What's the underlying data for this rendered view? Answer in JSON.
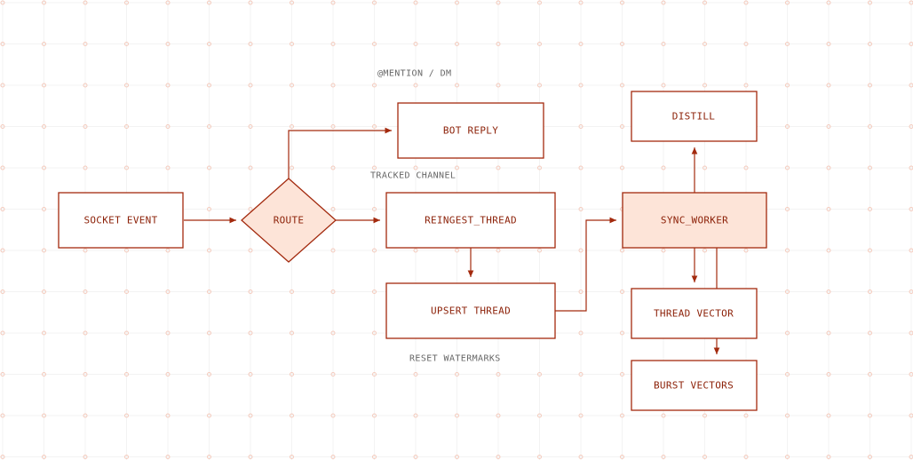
{
  "colors": {
    "stroke": "#a32a0e",
    "text": "#8b1f06",
    "muted_text": "#666666",
    "highlight_fill": "#fde4d8",
    "node_fill": "#ffffff",
    "grid_line": "#f3f3f3",
    "grid_dot": "#f4cbbd"
  },
  "nodes": {
    "socket_event": {
      "label": "SOCKET EVENT"
    },
    "route": {
      "label": "ROUTE"
    },
    "bot_reply": {
      "label": "BOT REPLY"
    },
    "reingest_thread": {
      "label": "REINGEST_THREAD"
    },
    "upsert_thread": {
      "label": "UPSERT THREAD"
    },
    "sync_worker": {
      "label": "SYNC_WORKER"
    },
    "distill": {
      "label": "DISTILL"
    },
    "thread_vector": {
      "label": "THREAD VECTOR"
    },
    "burst_vectors": {
      "label": "BURST VECTORS"
    }
  },
  "edge_labels": {
    "mention_dm": "@MENTION / DM",
    "tracked_channel": "TRACKED CHANNEL",
    "reset_watermarks": "RESET WATERMARKS"
  }
}
